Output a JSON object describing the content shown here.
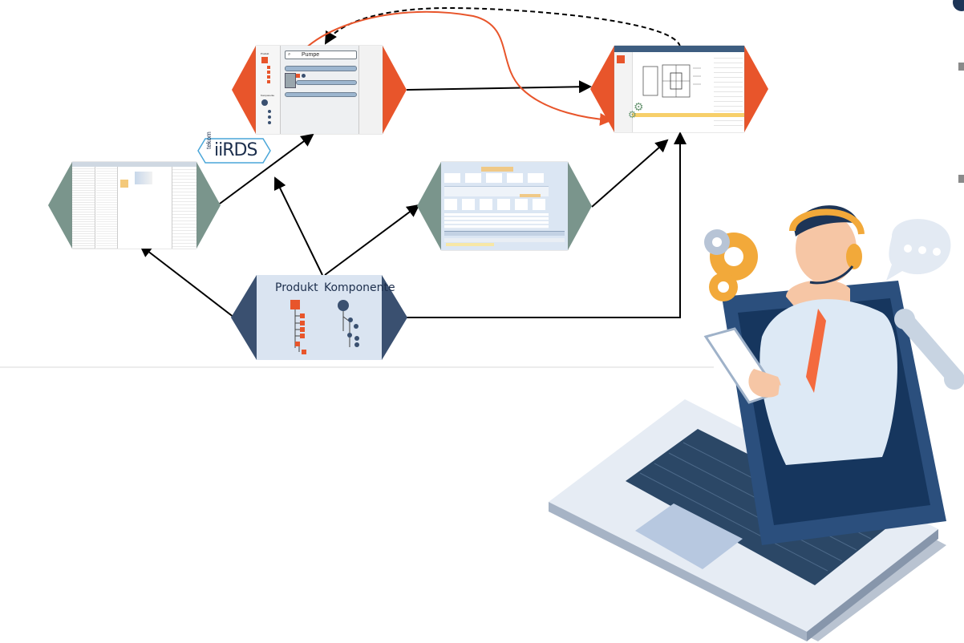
{
  "diagram": {
    "node_bottom": {
      "produkt_label": "Produkt",
      "komponente_label": "Komponente"
    },
    "node_top": {
      "search_text": "Pumpe"
    },
    "logo": {
      "prefix": "tekom",
      "name": "iiRDS"
    }
  },
  "colors": {
    "orange": "#e8552b",
    "sage": "#7a958c",
    "navy": "#3a5070",
    "arrow_black": "#000000",
    "arrow_orange": "#e8552b"
  }
}
